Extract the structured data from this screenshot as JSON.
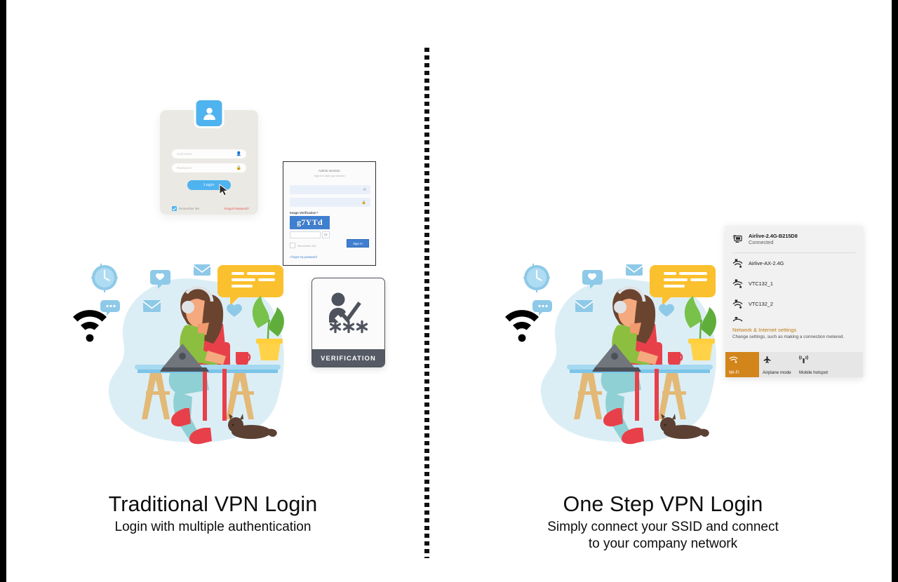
{
  "left": {
    "caption": {
      "title": "Traditional VPN Login",
      "subtitle": "Login with multiple authentication"
    },
    "login_card": {
      "avatar_icon": "user-avatar-icon",
      "username_placeholder": "Username",
      "username_icon": "user-icon",
      "password_placeholder": "Password",
      "password_icon": "lock-icon",
      "login_button": "Login",
      "remember_label": "Remember Me",
      "forgot_label": "Forgot Password?",
      "cursor_icon": "mouse-cursor-icon"
    },
    "captcha_card": {
      "title": "Admin Section",
      "subtitle": "Sign in to start your session",
      "username_icon": "envelope-icon",
      "password_icon": "lock-icon",
      "verification_label": "Image Verification *",
      "captcha_text": "g7YTd",
      "refresh_icon": "refresh-icon",
      "remember_label": "Remember Me",
      "signin_button": "Sign In",
      "forgot_link": "I forgot my password"
    },
    "verification_card": {
      "icon": "person-check-icon",
      "asterisks": "✱ ✱ ✱",
      "footer_label": "VERIFICATION"
    }
  },
  "right": {
    "caption": {
      "title": "One Step VPN Login",
      "subtitle_line1": "Simply connect your SSID and connect",
      "subtitle_line2": "to your company network"
    },
    "wifi_panel": {
      "connected": {
        "icon": "monitor-network-icon",
        "ssid": "Airlive-2.4G-B215D8",
        "status": "Connected"
      },
      "networks": [
        {
          "icon": "wifi-secured-icon",
          "ssid": "Airlive-AX-2.4G"
        },
        {
          "icon": "wifi-secured-icon",
          "ssid": "VTC132_1"
        },
        {
          "icon": "wifi-secured-icon",
          "ssid": "VTC132_2"
        }
      ],
      "settings": {
        "link": "Network & Internet settings",
        "description": "Change settings, such as making a connection metered."
      },
      "tiles": [
        {
          "icon": "wifi-icon",
          "label": "Wi-Fi",
          "active": true
        },
        {
          "icon": "airplane-icon",
          "label": "Airplane mode",
          "active": false
        },
        {
          "icon": "mobile-hotspot-icon",
          "label": "Mobile hotspot",
          "active": false
        }
      ],
      "accent_color": "#d2851a"
    }
  },
  "illustration": {
    "name": "woman-working-from-home-illustration",
    "wifi_icon": "wifi-signal-icon",
    "elements": [
      "clock",
      "chat-bubble",
      "heart-badge",
      "envelope",
      "speech-bubble",
      "heart",
      "laptop",
      "mug",
      "plant",
      "cat",
      "desk",
      "chair"
    ],
    "colors": {
      "blob": "#dceef5",
      "desk": "#7cc4e8",
      "shirt": "#8cbf3f",
      "jeans": "#8fd0d4",
      "chair": "#e8404a",
      "hair": "#6b4430",
      "skin": "#f5a97f",
      "mug": "#e8404a",
      "pot": "#ffd24a",
      "accent_yellow": "#fbc02d"
    }
  },
  "theme": {
    "background": "#ffffff",
    "divider": "#101010",
    "edge_bar": "#000000",
    "text": "#0d0d0d"
  }
}
